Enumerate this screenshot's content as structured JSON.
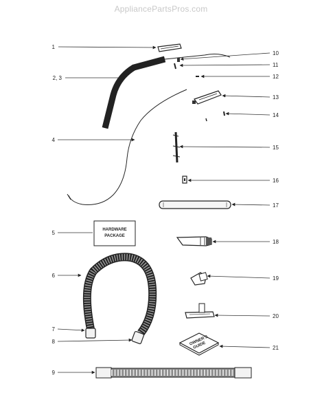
{
  "watermark": "AppliancePartsPros.com",
  "colors": {
    "ink": "#222222",
    "watermark": "#c8c8c8",
    "background": "#ffffff"
  },
  "callouts": [
    {
      "id": "c1",
      "label": "1"
    },
    {
      "id": "c23",
      "label": "2, 3"
    },
    {
      "id": "c4",
      "label": "4"
    },
    {
      "id": "c5",
      "label": "5"
    },
    {
      "id": "c6",
      "label": "6"
    },
    {
      "id": "c7",
      "label": "7"
    },
    {
      "id": "c8",
      "label": "8"
    },
    {
      "id": "c9",
      "label": "9"
    },
    {
      "id": "c10",
      "label": "10"
    },
    {
      "id": "c11",
      "label": "11"
    },
    {
      "id": "c12",
      "label": "12"
    },
    {
      "id": "c13",
      "label": "13"
    },
    {
      "id": "c14",
      "label": "14"
    },
    {
      "id": "c15",
      "label": "15"
    },
    {
      "id": "c16",
      "label": "16"
    },
    {
      "id": "c17",
      "label": "17"
    },
    {
      "id": "c18",
      "label": "18"
    },
    {
      "id": "c19",
      "label": "19"
    },
    {
      "id": "c20",
      "label": "20"
    },
    {
      "id": "c21",
      "label": "21"
    }
  ],
  "hardware_box": {
    "line1": "HARDWARE",
    "line2": "PACKAGE"
  },
  "guide_book": {
    "line1": "OWNER'S",
    "line2": "GUIDE"
  }
}
